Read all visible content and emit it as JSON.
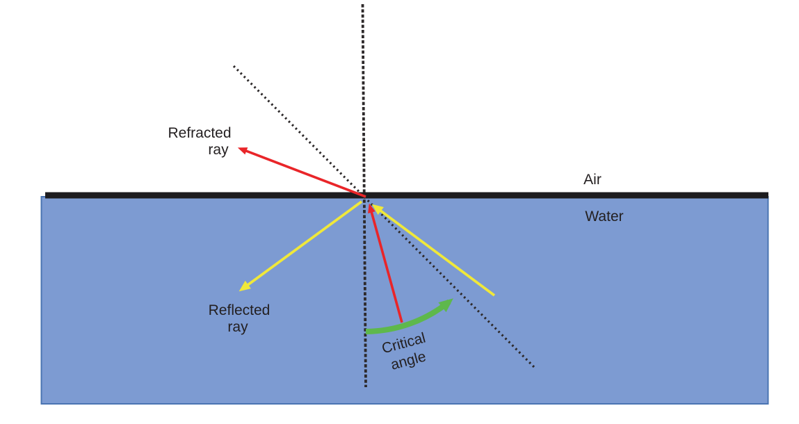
{
  "diagram": {
    "type": "physics-ray-diagram-critical-angle",
    "labels": {
      "refracted_ray_line1": "Refracted",
      "refracted_ray_line2": "ray",
      "reflected_ray_line1": "Reflected",
      "reflected_ray_line2": "ray",
      "medium_top": "Air",
      "medium_bottom": "Water",
      "critical_angle_line1": "Critical",
      "critical_angle_line2": "angle"
    },
    "colors": {
      "background": "#ffffff",
      "water_fill": "#7d9bd2",
      "water_border": "#4a74b2",
      "interface_bar": "#1d1c1f",
      "normal_line": "#2d292a",
      "critical_ray_dotted": "#2d292a",
      "refracted_ray": "#e92529",
      "reflected_ray": "#f0e83a",
      "critical_angle_arrow": "#5eb84c",
      "label_text": "#231f20"
    }
  }
}
